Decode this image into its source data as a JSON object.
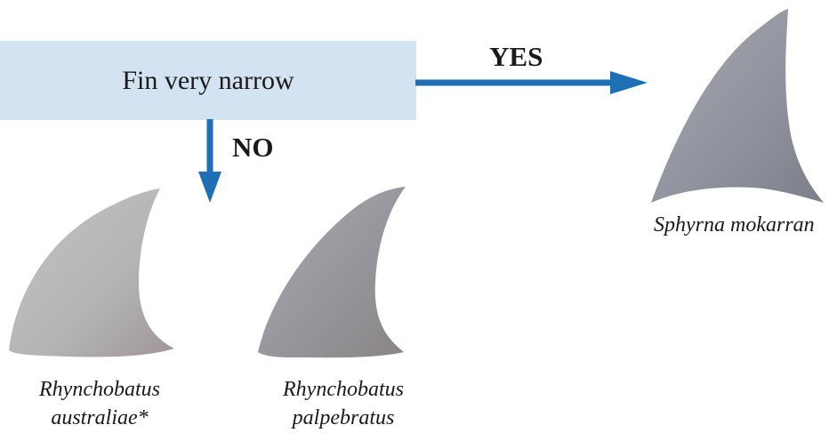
{
  "question": {
    "text": "Fin very narrow"
  },
  "branches": {
    "yes_label": "YES",
    "no_label": "NO"
  },
  "species": {
    "mokarran": "Sphyrna mokarran",
    "australiae_line1": "Rhynchobatus",
    "australiae_line2": "australiae*",
    "palpebratus_line1": "Rhynchobatus",
    "palpebratus_line2": "palpebratus"
  },
  "colors": {
    "box_fill": "#d3e3f1",
    "arrow": "#1f6fb5",
    "text": "#1a1a1a"
  },
  "icons": {
    "yes_arrow": "arrow-right-icon",
    "no_arrow": "arrow-down-icon",
    "fin_images": "shark-fin-icon"
  }
}
